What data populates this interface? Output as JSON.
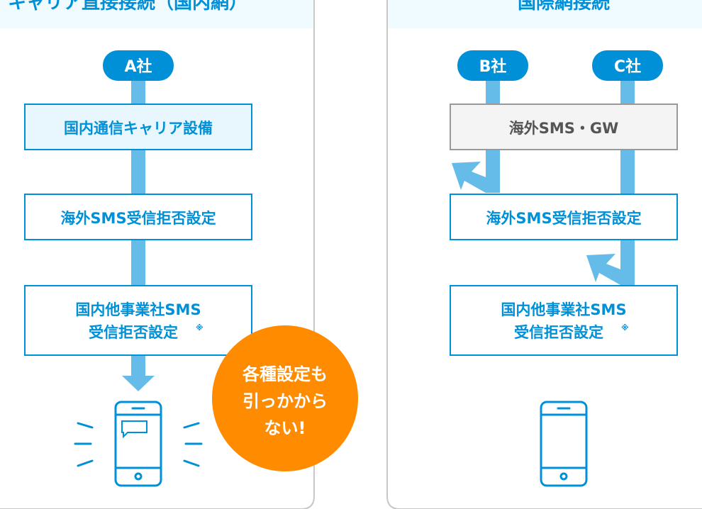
{
  "colors": {
    "blue": "#0090d8",
    "light_blue": "#66bce8",
    "orange": "#ff8c00",
    "gray": "#999999"
  },
  "left": {
    "title": "キャリア直接接続（国内網）",
    "carrier": "A社",
    "box1": "国内通信キャリア設備",
    "box2": "海外SMS受信拒否設定",
    "box3_line1": "国内他事業社SMS",
    "box3_line2": "受信拒否設定",
    "note_mark": "※",
    "badge": [
      "各種設定も",
      "引っかから",
      "ない!"
    ]
  },
  "right": {
    "title": "国際網接続",
    "carrier_b": "B社",
    "carrier_c": "C社",
    "gateway": "海外SMS・GW",
    "box2": "海外SMS受信拒否設定",
    "box3_line1": "国内他事業社SMS",
    "box3_line2": "受信拒否設定",
    "note_mark": "※"
  }
}
